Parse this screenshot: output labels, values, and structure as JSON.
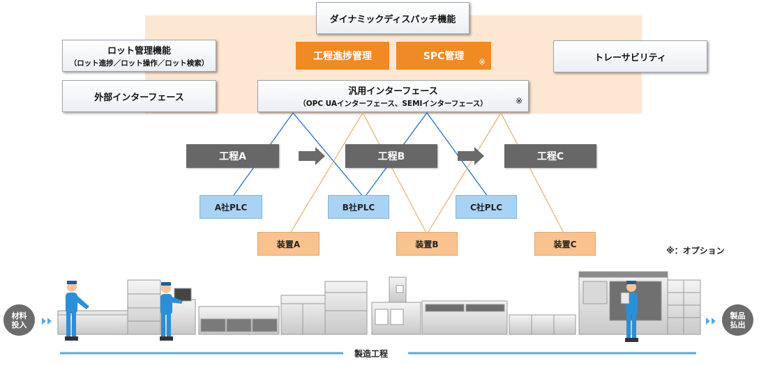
{
  "top": {
    "dispatch": "ダイナミックディスパッチ機能",
    "lot_title": "ロット管理機能",
    "lot_sub": "（ロット進捗／ロット操作／ロット検索）",
    "external_if": "外部インターフェース",
    "process_mgmt": "工程進捗管理",
    "spc": "SPC管理",
    "spc_mark": "※",
    "traceability": "トレーサビリティ",
    "general_if_title": "汎用インターフェース",
    "general_if_sub": "（OPC UAインターフェース、SEMIインターフェース）",
    "general_if_mark": "※"
  },
  "processes": [
    "工程A",
    "工程B",
    "工程C"
  ],
  "plcs": [
    "A社PLC",
    "B社PLC",
    "C社PLC"
  ],
  "devices": [
    "装置A",
    "装置B",
    "装置C"
  ],
  "option_note": "※：オプション",
  "input_label": [
    "材料",
    "投入"
  ],
  "output_label": [
    "製品",
    "払出"
  ],
  "line_label": "製造工程",
  "colors": {
    "orange": "#f08a24",
    "band": "#fde7d3",
    "gray": "#676767",
    "plc_blue": "#a9d3f5",
    "device_peach": "#f9c28f",
    "line_blue": "#1f6fd1",
    "line_tan": "#e8b57a",
    "floor_line": "#5aa8dc"
  }
}
